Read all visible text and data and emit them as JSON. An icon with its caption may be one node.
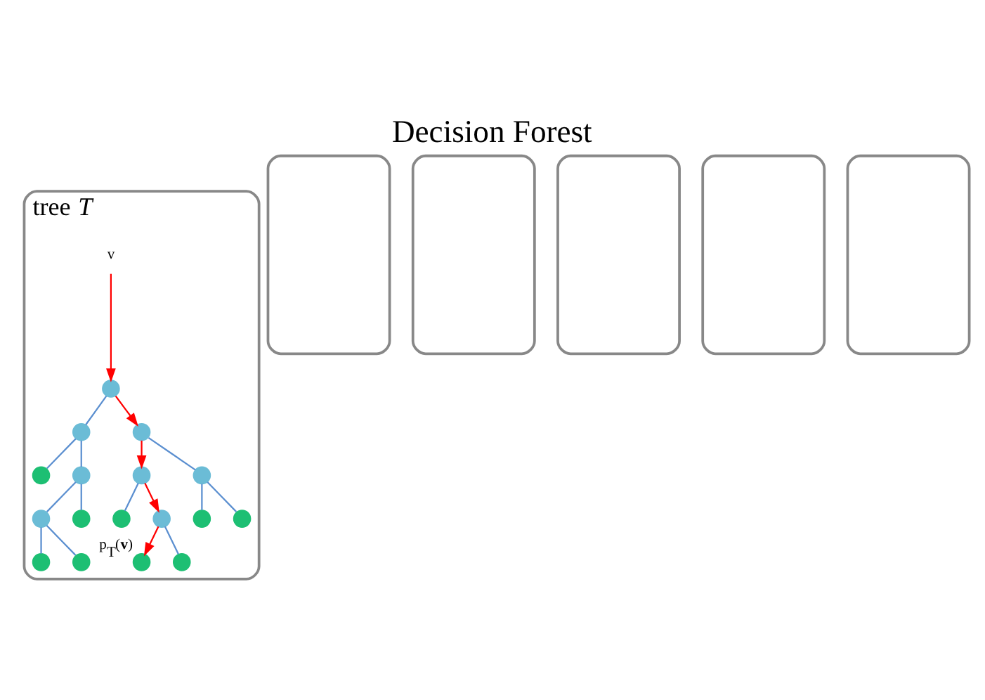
{
  "diagram": {
    "title": "Decision Forest",
    "nodes": [
      {
        "text": [
          "tree *T*"
        ]
      },
      {
        "text": [
          "v"
        ],
        "in": 0
      },
      {
        "text": [],
        "shape": "circle",
        "in": 0
      },
      {
        "text": [],
        "shape": "circle",
        "in": 0
      },
      {
        "text": [],
        "shape": "circle",
        "in": 0
      },
      {
        "text": [],
        "shape": "circle",
        "in": 0
      },
      {
        "text": [],
        "shape": "circle",
        "in": 0
      },
      {
        "text": [],
        "shape": "circle",
        "in": 0
      },
      {
        "text": [],
        "shape": "circle",
        "in": 0
      },
      {
        "text": [],
        "shape": "circle",
        "in": 0
      },
      {
        "text": [],
        "shape": "circle",
        "in": 0
      },
      {
        "text": [],
        "shape": "circle",
        "in": 0
      },
      {
        "text": [],
        "shape": "circle",
        "in": 0
      },
      {
        "text": [],
        "shape": "circle",
        "in": 0
      },
      {
        "text": [],
        "shape": "circle",
        "in": 0
      },
      {
        "text": [],
        "shape": "circle",
        "in": 0
      },
      {
        "text": [],
        "shape": "circle",
        "in": 0
      },
      {
        "text": [],
        "shape": "circle",
        "in": 0,
        "beside": [
          "p$_{T}$(**v**)"
        ]
      },
      {
        "text": [],
        "shape": "circle",
        "in": 0
      },
      {
        "text": [],
        "shape": "box"
      },
      {
        "text": [],
        "shape": "box"
      },
      {
        "text": [],
        "shape": "box"
      },
      {
        "text": [],
        "shape": "box"
      },
      {
        "text": [],
        "shape": "box"
      }
    ],
    "edges": [
      {
        "from": 1,
        "to": 2,
        "arrow": "to",
        "color": "#ff0000"
      },
      {
        "from": 2,
        "to": 3,
        "arrow": "none"
      },
      {
        "from": 2,
        "to": 4,
        "arrow": "to",
        "color": "#ff0000"
      },
      {
        "from": 3,
        "to": 5,
        "arrow": "none"
      },
      {
        "from": 3,
        "to": 6,
        "arrow": "none"
      },
      {
        "from": 4,
        "to": 7,
        "arrow": "to",
        "color": "#ff0000"
      },
      {
        "from": 4,
        "to": 8,
        "arrow": "none"
      },
      {
        "from": 6,
        "to": 9,
        "arrow": "none"
      },
      {
        "from": 6,
        "to": 10,
        "arrow": "none"
      },
      {
        "from": 7,
        "to": 11,
        "arrow": "none"
      },
      {
        "from": 7,
        "to": 12,
        "arrow": "to",
        "color": "#ff0000"
      },
      {
        "from": 8,
        "to": 13,
        "arrow": "none"
      },
      {
        "from": 8,
        "to": 14,
        "arrow": "none"
      },
      {
        "from": 9,
        "to": 15,
        "arrow": "none"
      },
      {
        "from": 9,
        "to": 16,
        "arrow": "none"
      },
      {
        "from": 12,
        "to": 17,
        "arrow": "to",
        "color": "#ff0000"
      },
      {
        "from": 12,
        "to": 18,
        "arrow": "none"
      }
    ]
  }
}
